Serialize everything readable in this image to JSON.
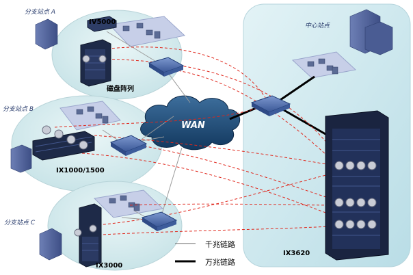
{
  "sites": {
    "branch_a": "分支站点 A",
    "branch_b": "分支站点 B",
    "branch_c": "分支站点 C",
    "center": "中心站点"
  },
  "devices": {
    "iv5000": "IV5000",
    "disk_array": "磁盘阵列",
    "ix1000": "IX1000/1500",
    "ix3000": "IX3000",
    "ix3620": "IX3620"
  },
  "wan": "WAN",
  "legend": {
    "gigabit": "千兆链路",
    "ten_gigabit": "万兆链路"
  },
  "colors": {
    "ellipse_fill": "#d7edef",
    "center_panel": "#cfe9ef",
    "cloud": "#1f4d7a",
    "redundant_link": "#e0261b",
    "gigabit_link": "#9a9a9a",
    "ten_gigabit_link": "#000000",
    "switch": "#4a6aa8"
  }
}
